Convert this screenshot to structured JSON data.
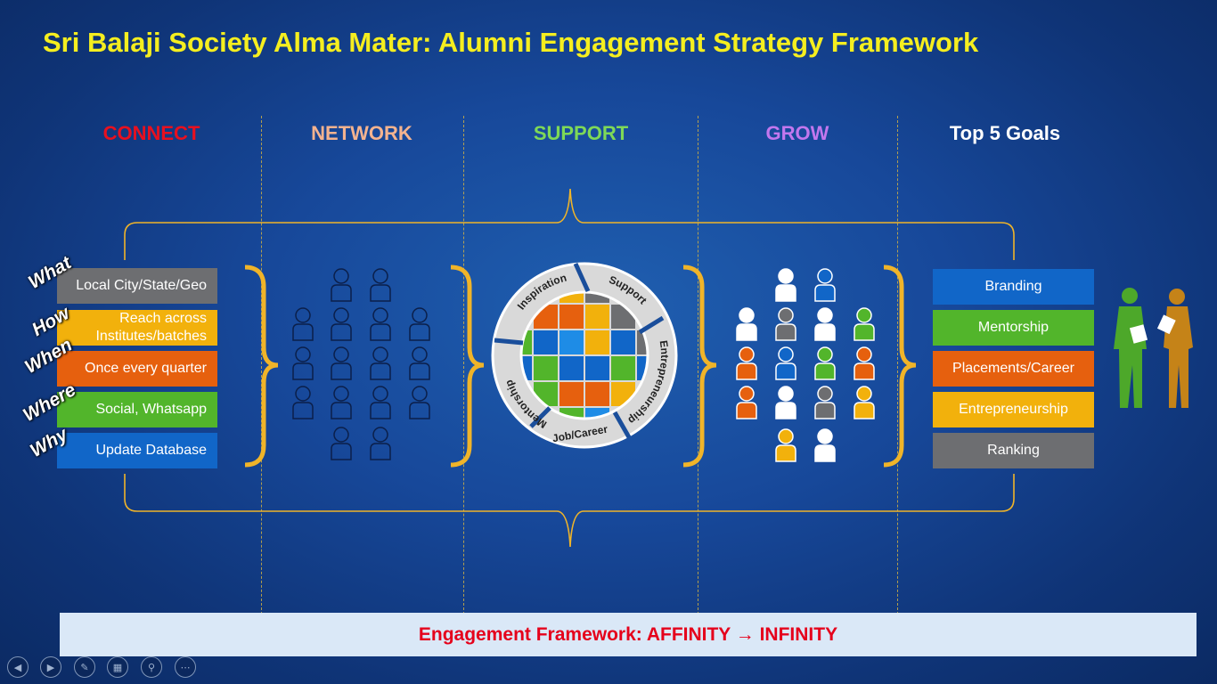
{
  "title": "Sri Balaji Society Alma Mater: Alumni Engagement Strategy Framework",
  "columns": {
    "connect": "CONNECT",
    "network": "NETWORK",
    "support": "SUPPORT",
    "grow": "GROW",
    "goals": "Top 5 Goals"
  },
  "colors": {
    "connect": "#e8101f",
    "network": "#f4b38f",
    "support": "#7ed957",
    "grow": "#c277ee",
    "goals": "#ffffff",
    "bracket": "#f0b429",
    "gray": "#6d6e71",
    "yellow": "#f2b10c",
    "orange": "#e6600e",
    "green": "#52b52b",
    "blue": "#1166c8"
  },
  "connect_items": [
    {
      "wh": "What",
      "label": "Local City/State/Geo",
      "color": "#6d6e71"
    },
    {
      "wh": "How",
      "label": "Reach across Institutes/batches",
      "color": "#f2b10c"
    },
    {
      "wh": "When",
      "label": "Once every quarter",
      "color": "#e6600e"
    },
    {
      "wh": "Where",
      "label": "Social, Whatsapp",
      "color": "#52b52b"
    },
    {
      "wh": "Why",
      "label": "Update Database",
      "color": "#1166c8"
    }
  ],
  "support_cycle": [
    "Inspiration",
    "Support",
    "Entrepreneurship",
    "Job/Career",
    "Mentorship"
  ],
  "goals": [
    {
      "label": "Branding",
      "color": "#1166c8"
    },
    {
      "label": "Mentorship",
      "color": "#52b52b"
    },
    {
      "label": "Placements/Career",
      "color": "#e6600e"
    },
    {
      "label": "Entrepreneurship",
      "color": "#f2b10c"
    },
    {
      "label": "Ranking",
      "color": "#6d6e71"
    }
  ],
  "footer": "Engagement Framework: AFFINITY → INFINITY",
  "nav_icons": [
    "previous-icon",
    "next-icon",
    "pen-icon",
    "slides-icon",
    "zoom-icon",
    "more-icon"
  ]
}
